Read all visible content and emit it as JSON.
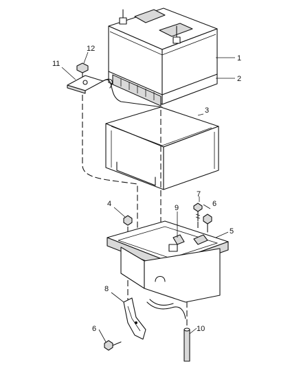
{
  "callouts": {
    "c1": "1",
    "c2": "2",
    "c3": "3",
    "c4": "4",
    "c5": "5",
    "c6a": "6",
    "c6b": "6",
    "c7": "7",
    "c8": "8",
    "c9": "9",
    "c10": "10",
    "c11": "11",
    "c12": "12"
  }
}
